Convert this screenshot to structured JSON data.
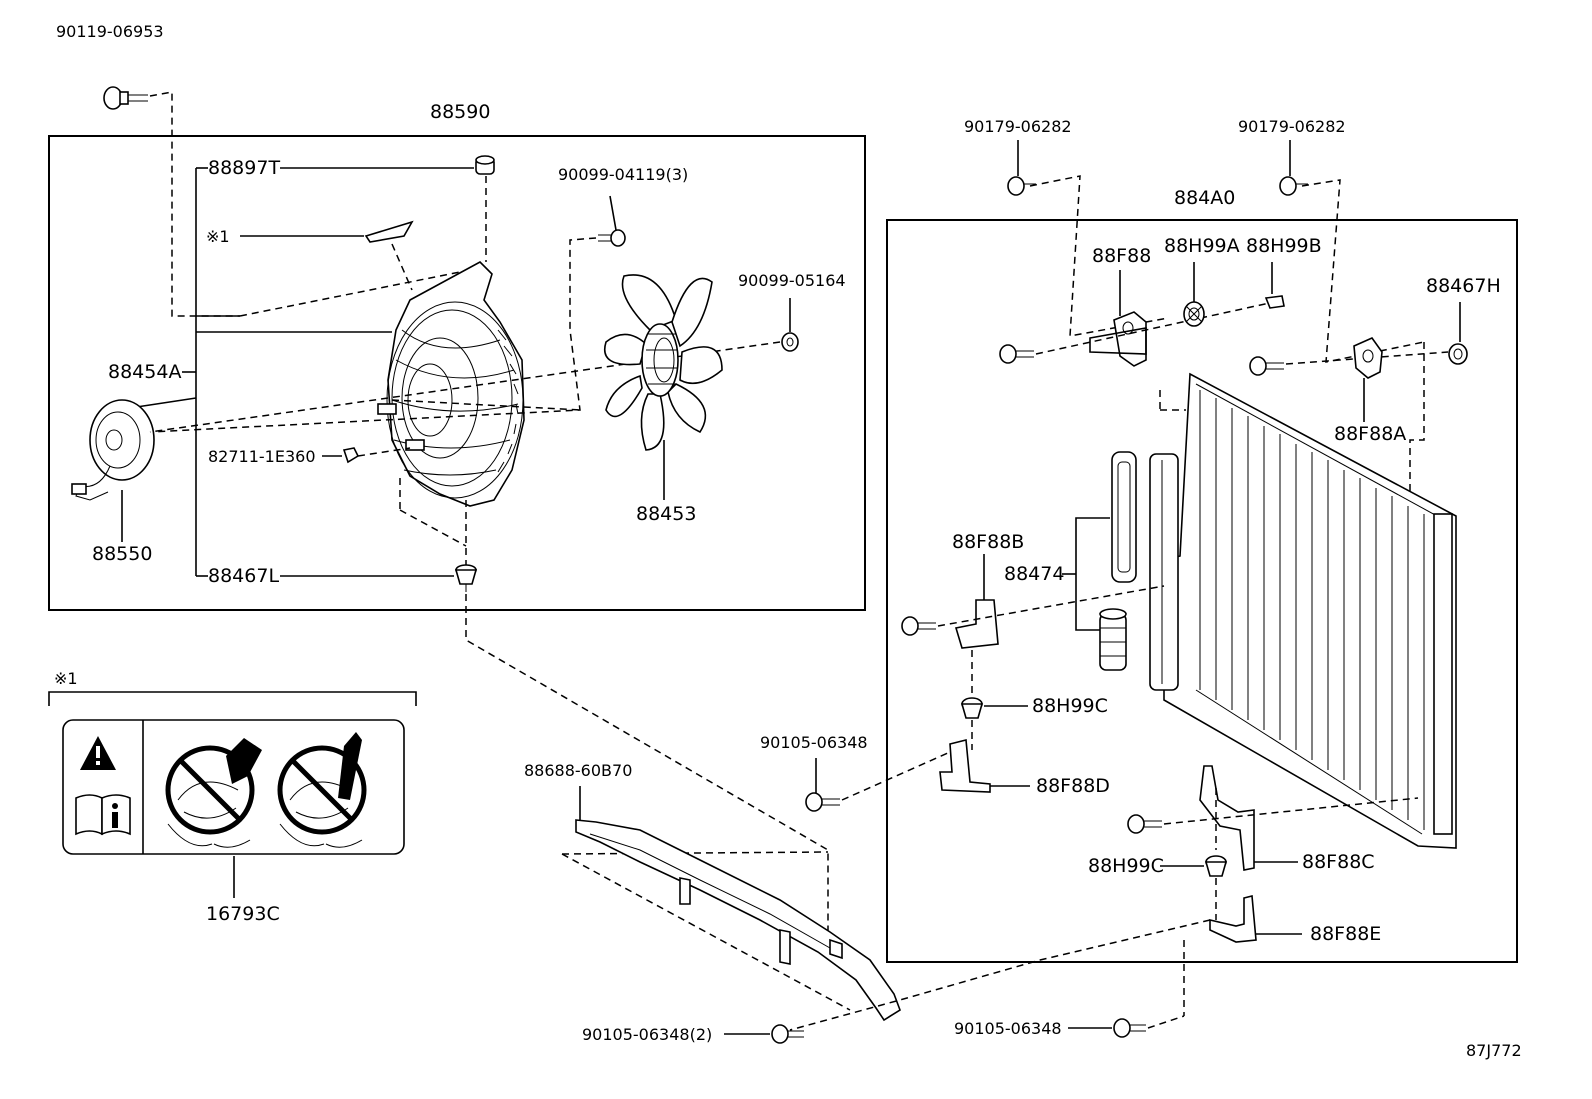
{
  "parts": {
    "p_90119_06953": "90119-06953",
    "p_88590": "88590",
    "p_88897T": "88897T",
    "p_note1_ref": "※1",
    "p_90099_04119": "90099-04119(3)",
    "p_90099_05164": "90099-05164",
    "p_88454A": "88454A",
    "p_82711_1E360": "82711-1E360",
    "p_88550": "88550",
    "p_88453": "88453",
    "p_88467L": "88467L",
    "p_90179_06282_a": "90179-06282",
    "p_90179_06282_b": "90179-06282",
    "p_884A0": "884A0",
    "p_88F88": "88F88",
    "p_88H99A": "88H99A",
    "p_88H99B": "88H99B",
    "p_88467H": "88467H",
    "p_88F88A": "88F88A",
    "p_88F88B": "88F88B",
    "p_88474": "88474",
    "p_88H99C_a": "88H99C",
    "p_88F88D": "88F88D",
    "p_90105_06348_a": "90105-06348",
    "p_88688_60B70": "88688-60B70",
    "p_88H99C_b": "88H99C",
    "p_88F88C": "88F88C",
    "p_88F88E": "88F88E",
    "p_90105_06348_2": "90105-06348(2)",
    "p_90105_06348_b": "90105-06348",
    "p_note1_title": "※1",
    "p_16793C": "16793C"
  },
  "diagram_code": "87J772",
  "icons": {
    "warning": "warning-triangle-icon",
    "manual": "manual-info-icon",
    "no_hand": "no-hand-in-fan-icon",
    "no_tool": "no-tool-in-fan-icon"
  }
}
